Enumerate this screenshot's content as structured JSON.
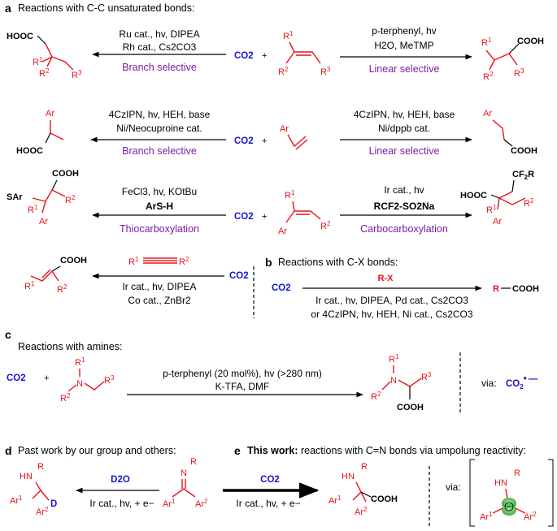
{
  "panel_a": {
    "letter": "a",
    "title": "Reactions with C-C unsaturated bonds:",
    "co2": "CO2",
    "plus": "+",
    "row1": {
      "left_cond1": "Ru cat., hv, DIPEA",
      "left_cond2": "Rh cat., Cs2CO3",
      "left_label": "Branch selective",
      "right_cond1": "p-terphenyl, hv",
      "right_cond2": "H2O, MeTMP",
      "right_label": "Linear selective",
      "cooh": "HOOC",
      "cooh2": "COOH"
    },
    "row2": {
      "left_cond1": "4CzIPN, hv, HEH, base",
      "left_cond2": "Ni/Neocuproine cat.",
      "left_label": "Branch selective",
      "right_cond1": "4CzIPN, hv, HEH, base",
      "right_cond2": "Ni/dppb cat.",
      "right_label": "Linear selective"
    },
    "row3": {
      "left_cond1": "FeCl3, hv, KOtBu",
      "left_cond2": "ArS-H",
      "left_label": "Thiocarboxylation",
      "right_cond1": "Ir cat., hv",
      "right_cond2": "RCF2-SO2Na",
      "right_label": "Carbocarboxylation"
    },
    "row4": {
      "cond1": "Ir cat., hv, DIPEA",
      "cond2": "Co cat., ZnBr2"
    }
  },
  "panel_b": {
    "letter": "b",
    "title": "Reactions with C-X bonds:",
    "reagent": "R-X",
    "cond1": "Ir cat., hv, DIPEA, Pd cat., Cs2CO3",
    "cond2": "or 4CzIPN, hv, HEH, Ni cat., Cs2CO3",
    "product": "R",
    "product2": "COOH"
  },
  "panel_c": {
    "letter": "c",
    "title": "Reactions with amines:",
    "cond1": "p-terphenyl (20 mol%), hv (>280 nm)",
    "cond2": "K-TFA, DMF",
    "via": "via:"
  },
  "panel_d": {
    "letter": "d",
    "title": "Past work by our group and others:",
    "reagent": "D2O",
    "cond": "Ir cat., hv, + e−"
  },
  "panel_e": {
    "letter": "e",
    "title_bold": "This work:",
    "title_rest": " reactions with C=N bonds via umpolung reactivity:",
    "reagent": "CO2",
    "cond": "Ir cat., hv, + e−",
    "via": "via:"
  },
  "colors": {
    "red": "#e8141a",
    "blue": "#1515d0",
    "purple": "#7a1fa2",
    "green": "#3db53d"
  }
}
